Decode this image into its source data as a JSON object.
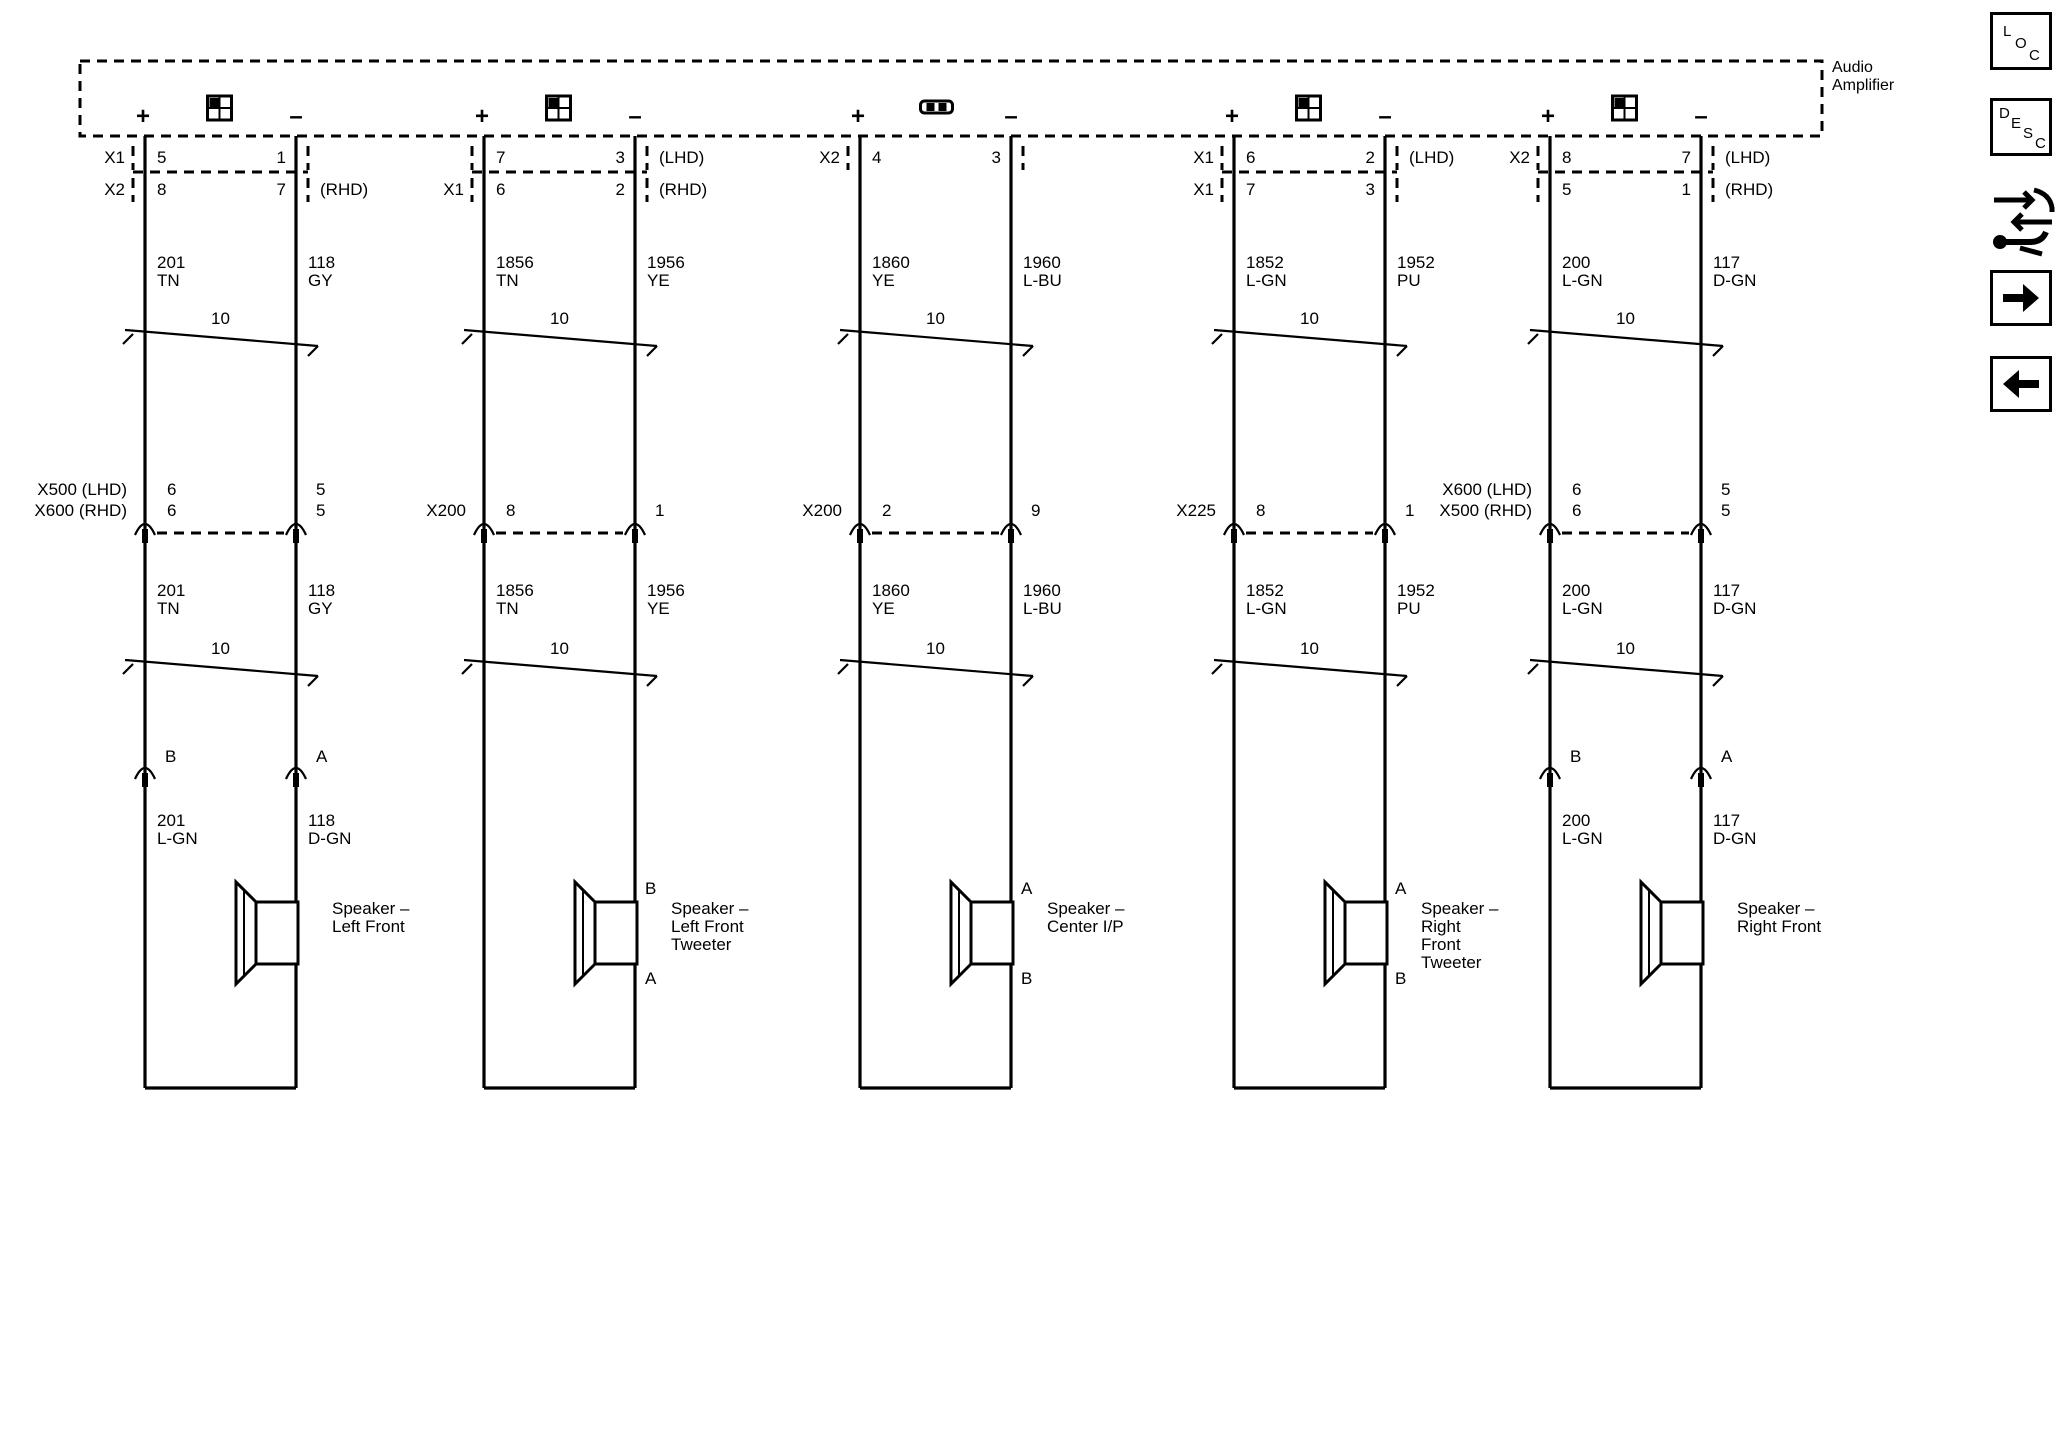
{
  "module": {
    "name_line1": "Audio",
    "name_line2": "Amplifier"
  },
  "connector_ids": {
    "x1": "X1",
    "x2": "X2"
  },
  "pin_signs": {
    "plus": "+",
    "minus": "–"
  },
  "drive": {
    "lhd": "(LHD)",
    "rhd": "(RHD)"
  },
  "twist": "10",
  "channels": [
    {
      "rows": [
        {
          "conn": "X1",
          "plus_pin": "5",
          "minus_pin": "1",
          "note": ""
        },
        {
          "conn": "X2",
          "plus_pin": "8",
          "minus_pin": "7",
          "note": "(RHD)"
        }
      ],
      "upper_plus": {
        "circuit": "201",
        "color": "TN"
      },
      "upper_minus": {
        "circuit": "118",
        "color": "GY"
      },
      "inline_conn": [
        "X500 (LHD)",
        "X600 (RHD)"
      ],
      "inline_plus": [
        "6",
        "6"
      ],
      "inline_minus": [
        "5",
        "5"
      ],
      "lower_plus": {
        "circuit": "201",
        "color": "TN"
      },
      "lower_minus": {
        "circuit": "118",
        "color": "GY"
      },
      "has_bottom_conn": true,
      "bottom_plus_pin": "B",
      "bottom_minus_pin": "A",
      "speaker_plus": {
        "circuit": "201",
        "color": "L-GN"
      },
      "speaker_minus": {
        "circuit": "118",
        "color": "D-GN"
      },
      "spk_pin_top": "",
      "spk_pin_bottom": "",
      "speaker_label": [
        "Speaker –",
        "Left Front"
      ]
    },
    {
      "rows": [
        {
          "conn": "",
          "plus_pin": "7",
          "minus_pin": "3",
          "note": "(LHD)"
        },
        {
          "conn": "X1",
          "plus_pin": "6",
          "minus_pin": "2",
          "note": "(RHD)"
        }
      ],
      "upper_plus": {
        "circuit": "1856",
        "color": "TN"
      },
      "upper_minus": {
        "circuit": "1956",
        "color": "YE"
      },
      "inline_conn": [
        "X200"
      ],
      "inline_plus": [
        "8"
      ],
      "inline_minus": [
        "1"
      ],
      "lower_plus": {
        "circuit": "1856",
        "color": "TN"
      },
      "lower_minus": {
        "circuit": "1956",
        "color": "YE"
      },
      "has_bottom_conn": false,
      "bottom_plus_pin": "",
      "bottom_minus_pin": "",
      "speaker_plus": {
        "circuit": "",
        "color": ""
      },
      "speaker_minus": {
        "circuit": "",
        "color": ""
      },
      "spk_pin_top": "B",
      "spk_pin_bottom": "A",
      "speaker_label": [
        "Speaker –",
        "Left Front",
        "Tweeter"
      ]
    },
    {
      "rows": [
        {
          "conn": "X2",
          "plus_pin": "4",
          "minus_pin": "3",
          "note": ""
        }
      ],
      "upper_plus": {
        "circuit": "1860",
        "color": "YE"
      },
      "upper_minus": {
        "circuit": "1960",
        "color": "L-BU"
      },
      "inline_conn": [
        "X200"
      ],
      "inline_plus": [
        "2"
      ],
      "inline_minus": [
        "9"
      ],
      "lower_plus": {
        "circuit": "1860",
        "color": "YE"
      },
      "lower_minus": {
        "circuit": "1960",
        "color": "L-BU"
      },
      "has_bottom_conn": false,
      "bottom_plus_pin": "",
      "bottom_minus_pin": "",
      "speaker_plus": {
        "circuit": "",
        "color": ""
      },
      "speaker_minus": {
        "circuit": "",
        "color": ""
      },
      "spk_pin_top": "A",
      "spk_pin_bottom": "B",
      "speaker_label": [
        "Speaker –",
        "Center I/P"
      ]
    },
    {
      "rows": [
        {
          "conn": "X1",
          "plus_pin": "6",
          "minus_pin": "2",
          "note": "(LHD)"
        },
        {
          "conn": "X1",
          "plus_pin": "7",
          "minus_pin": "3",
          "note": ""
        }
      ],
      "upper_plus": {
        "circuit": "1852",
        "color": "L-GN"
      },
      "upper_minus": {
        "circuit": "1952",
        "color": "PU"
      },
      "inline_conn": [
        "X225"
      ],
      "inline_plus": [
        "8"
      ],
      "inline_minus": [
        "1"
      ],
      "lower_plus": {
        "circuit": "1852",
        "color": "L-GN"
      },
      "lower_minus": {
        "circuit": "1952",
        "color": "PU"
      },
      "has_bottom_conn": false,
      "bottom_plus_pin": "",
      "bottom_minus_pin": "",
      "speaker_plus": {
        "circuit": "",
        "color": ""
      },
      "speaker_minus": {
        "circuit": "",
        "color": ""
      },
      "spk_pin_top": "A",
      "spk_pin_bottom": "B",
      "speaker_label": [
        "Speaker –",
        "Right",
        "Front",
        "Tweeter"
      ]
    },
    {
      "rows": [
        {
          "conn": "X2",
          "plus_pin": "8",
          "minus_pin": "7",
          "note": "(LHD)"
        },
        {
          "conn": "",
          "plus_pin": "5",
          "minus_pin": "1",
          "note": "(RHD)"
        }
      ],
      "upper_plus": {
        "circuit": "200",
        "color": "L-GN"
      },
      "upper_minus": {
        "circuit": "117",
        "color": "D-GN"
      },
      "inline_conn": [
        "X600 (LHD)",
        "X500 (RHD)"
      ],
      "inline_plus": [
        "6",
        "6"
      ],
      "inline_minus": [
        "5",
        "5"
      ],
      "lower_plus": {
        "circuit": "200",
        "color": "L-GN"
      },
      "lower_minus": {
        "circuit": "117",
        "color": "D-GN"
      },
      "has_bottom_conn": true,
      "bottom_plus_pin": "B",
      "bottom_minus_pin": "A",
      "speaker_plus": {
        "circuit": "200",
        "color": "L-GN"
      },
      "speaker_minus": {
        "circuit": "117",
        "color": "D-GN"
      },
      "spk_pin_top": "",
      "spk_pin_bottom": "",
      "speaker_label": [
        "Speaker –",
        "Right Front"
      ]
    }
  ],
  "toolbar": {
    "loc": [
      "L",
      "O",
      "C"
    ],
    "desc": [
      "D",
      "E",
      "S",
      "C"
    ],
    "icons": [
      "loc-icon",
      "desc-icon",
      "connector-tool-icon",
      "next-arrow-icon",
      "back-arrow-icon"
    ]
  }
}
